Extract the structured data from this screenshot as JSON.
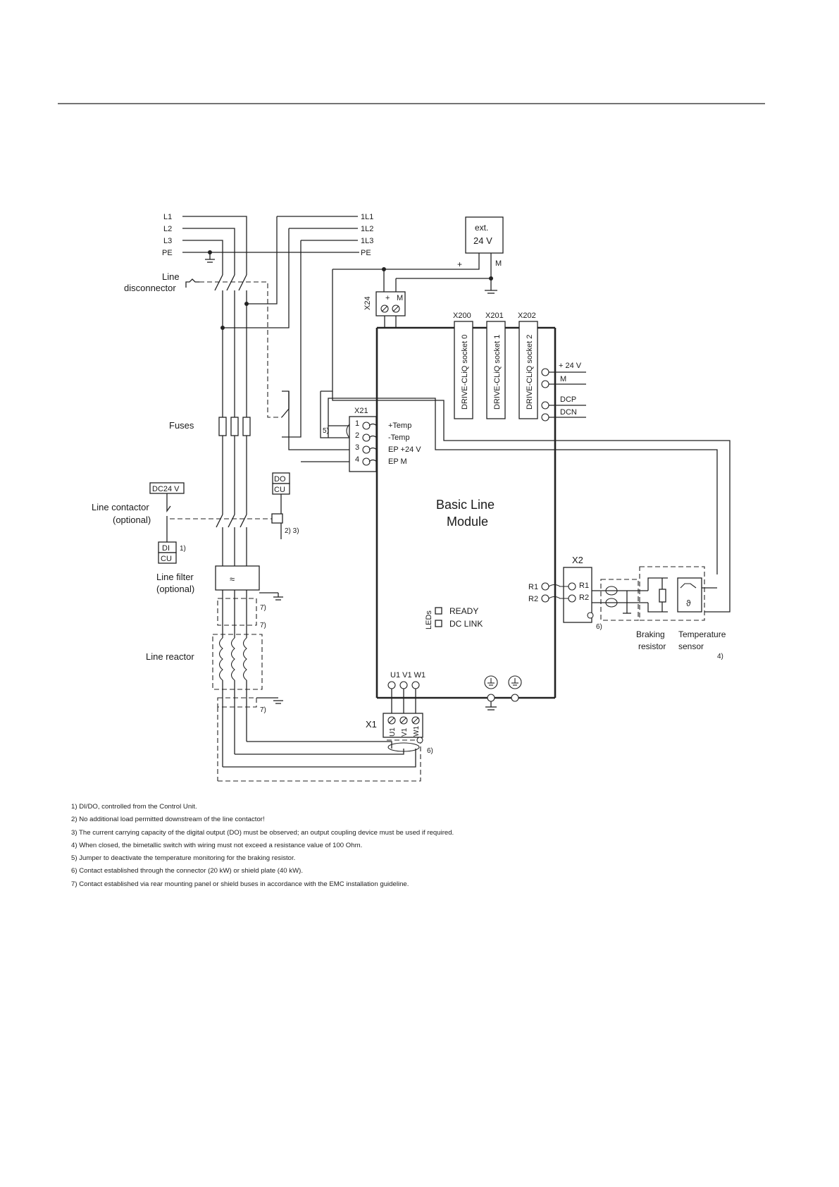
{
  "lines": {
    "l1": "L1",
    "l2": "L2",
    "l3": "L3",
    "pe": "PE",
    "l1_1": "1L1",
    "l1_2": "1L2",
    "l1_3": "1L3",
    "pe_1": "PE"
  },
  "supply": {
    "line1": "ext.",
    "line2": "24 V",
    "plus": "+",
    "minus": "M"
  },
  "x24": {
    "label": "X24",
    "plus": "+",
    "minus": "M"
  },
  "labels": {
    "line_disconnector_1": "Line",
    "line_disconnector_2": "disconnector",
    "fuses": "Fuses",
    "line_contactor_1": "Line contactor",
    "line_contactor_2": "(optional)",
    "line_filter_1": "Line filter",
    "line_filter_2": "(optional)",
    "line_reactor": "Line reactor",
    "module_1": "Basic Line",
    "module_2": "Module",
    "braking_1": "Braking",
    "braking_2": "resistor",
    "temp_1": "Temperature",
    "temp_2": "sensor"
  },
  "relays": {
    "dc24": "DC24 V",
    "di": "DI",
    "cu1": "CU",
    "do": "DO",
    "cu2": "CU",
    "ref1": "1)",
    "ref23": "2) 3)"
  },
  "sockets": [
    {
      "id": "X200",
      "label": "DRIVE-CLiQ socket 0"
    },
    {
      "id": "X201",
      "label": "DRIVE-CLiQ socket 1"
    },
    {
      "id": "X202",
      "label": "DRIVE-CLiQ socket 2"
    }
  ],
  "dc_terms": [
    "+ 24 V",
    "M",
    "DCP",
    "DCN"
  ],
  "x21": {
    "label": "X21",
    "pins": [
      {
        "num": "1",
        "name": "+Temp"
      },
      {
        "num": "2",
        "name": "-Temp"
      },
      {
        "num": "3",
        "name": "EP +24 V"
      },
      {
        "num": "4",
        "name": "EP M"
      }
    ],
    "jumper": "5)"
  },
  "x2": {
    "label": "X2",
    "r1": "R1",
    "r2": "R2",
    "pin1": "R1",
    "pin2": "R2",
    "ref": "6)",
    "ref_temp": "4)"
  },
  "leds": {
    "group": "LEDs",
    "ready": "READY",
    "dclink": "DC LINK"
  },
  "x1": {
    "label": "X1",
    "u1": "U1",
    "v1": "V1",
    "w1": "W1",
    "ref": "6)",
    "top": "U1  V1 W1"
  },
  "ref7": "7)",
  "footnotes": [
    "1) DI/DO, controlled from the Control Unit.",
    "2) No additional load permitted downstream of the line contactor!",
    "3) The current carrying capacity of the digital output (DO) must be observed; an output coupling device must be used if required.",
    "4) When closed, the bimetallic switch with wiring must not exceed a resistance value of 100 Ohm.",
    "5) Jumper to deactivate the temperature monitoring for the braking resistor.",
    "6) Contact established through the connector (20 kW) or shield plate (40 kW).",
    "7) Contact established via rear mounting panel or shield buses in accordance with the EMC installation guideline."
  ]
}
